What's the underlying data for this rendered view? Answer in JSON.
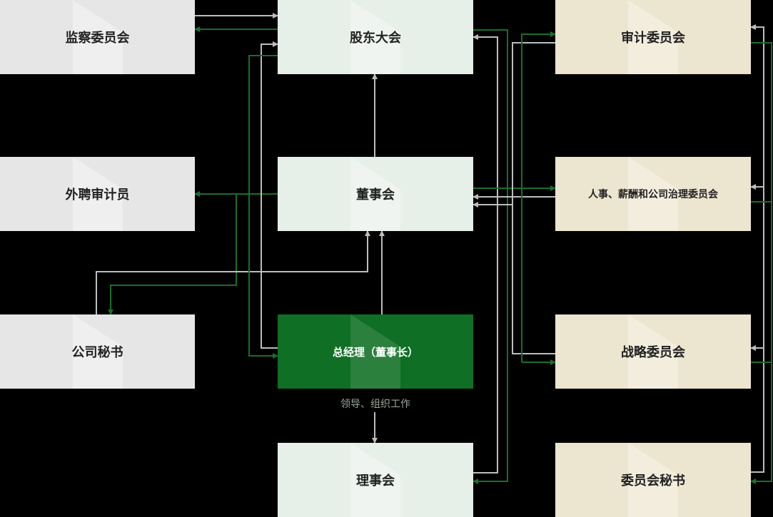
{
  "nodes": {
    "supervisory_committee": "监察委员会",
    "shareholders_meeting": "股东大会",
    "audit_committee": "审计委员会",
    "external_auditor": "外聘审计员",
    "board_of_directors": "董事会",
    "hr_compensation_committee": "人事、薪酬和公司治理委员会",
    "company_secretary": "公司秘书",
    "general_manager": "总经理（董事长）",
    "strategy_committee": "战略委员会",
    "council": "理事会",
    "committee_secretary": "委员会秘书"
  },
  "captions": {
    "general_manager_role": "领导、组织工作"
  },
  "colors": {
    "gray_box": "#e6e6e6",
    "light_green_box": "#e6efe8",
    "beige_box": "#ece5cf",
    "dark_green_box": "#0f6f24",
    "gray_line": "#bdbdbd",
    "green_line": "#1a6e2a",
    "background": "#000000"
  }
}
